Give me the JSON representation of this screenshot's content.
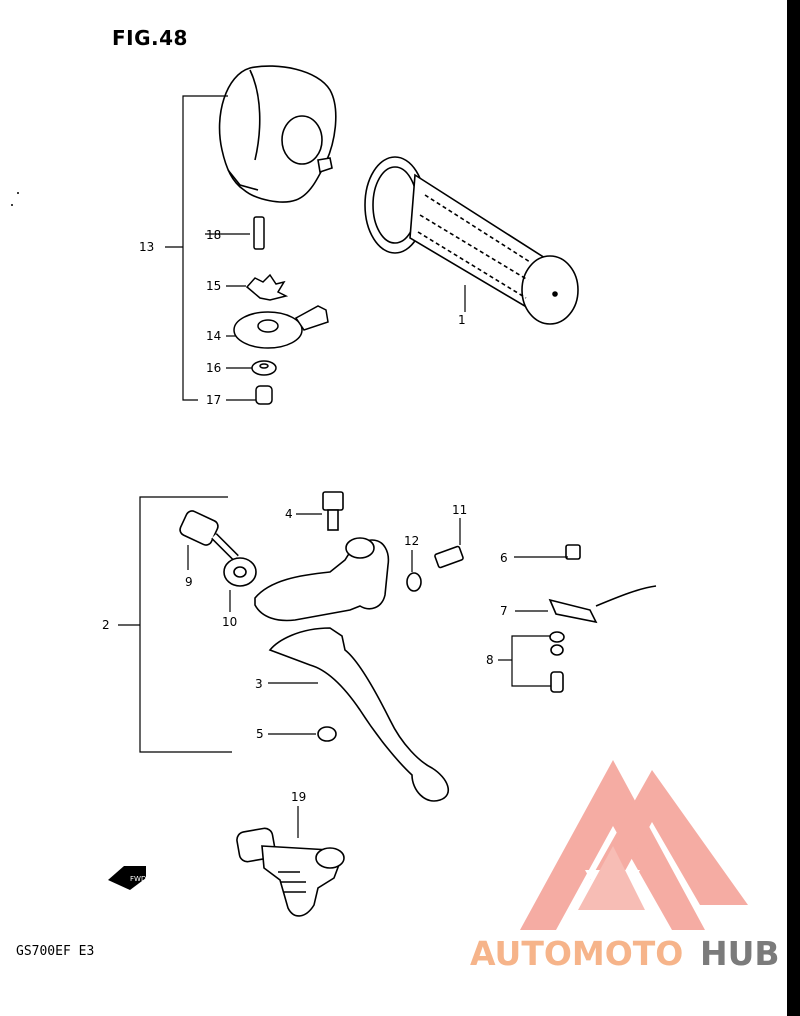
{
  "figure": {
    "title": "FIG.48",
    "model_code": "GS700EF  E3"
  },
  "parts": [
    {
      "id": "p1",
      "number": "1"
    },
    {
      "id": "p2",
      "number": "2"
    },
    {
      "id": "p3",
      "number": "3"
    },
    {
      "id": "p4",
      "number": "4"
    },
    {
      "id": "p5",
      "number": "5"
    },
    {
      "id": "p6",
      "number": "6"
    },
    {
      "id": "p7",
      "number": "7"
    },
    {
      "id": "p8",
      "number": "8"
    },
    {
      "id": "p9",
      "number": "9"
    },
    {
      "id": "p10",
      "number": "10"
    },
    {
      "id": "p11",
      "number": "11"
    },
    {
      "id": "p12",
      "number": "12"
    },
    {
      "id": "p13",
      "number": "13"
    },
    {
      "id": "p14",
      "number": "14"
    },
    {
      "id": "p15",
      "number": "15"
    },
    {
      "id": "p16",
      "number": "16"
    },
    {
      "id": "p17",
      "number": "17"
    },
    {
      "id": "p18",
      "number": "18"
    },
    {
      "id": "p19",
      "number": "19"
    }
  ],
  "direction_marker": "FWD",
  "watermark": {
    "part1": "AUTOMOTO",
    "part2": "HUB",
    "color_primary": "#f19a8f",
    "color_secondary": "#f6b48a",
    "color_dark": "#7b7b7b"
  }
}
